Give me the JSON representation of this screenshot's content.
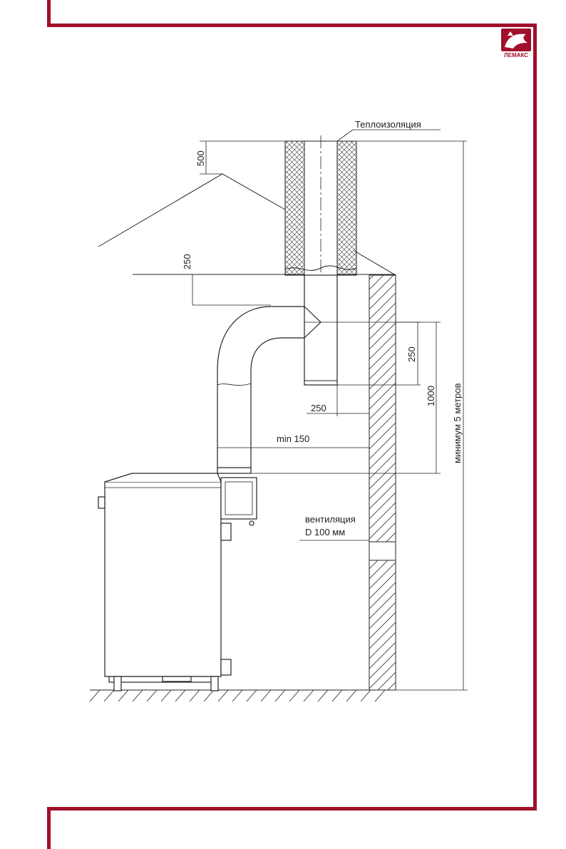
{
  "brand": {
    "logo_text": "ЛЕМАКС",
    "accent_color": "#a0102a"
  },
  "diagram": {
    "labels": {
      "insulation": "Теплоизоляция",
      "dim_top": "500",
      "dim_roof": "250",
      "dim_tee": "250",
      "dim_tee_height": "1000",
      "dim_wall_gap": "250",
      "dim_min_clearance": "min 150",
      "dim_total_height": "минимум 5 метров",
      "ventilation_line1": "вентиляция",
      "ventilation_line2": "D 100 мм"
    }
  }
}
